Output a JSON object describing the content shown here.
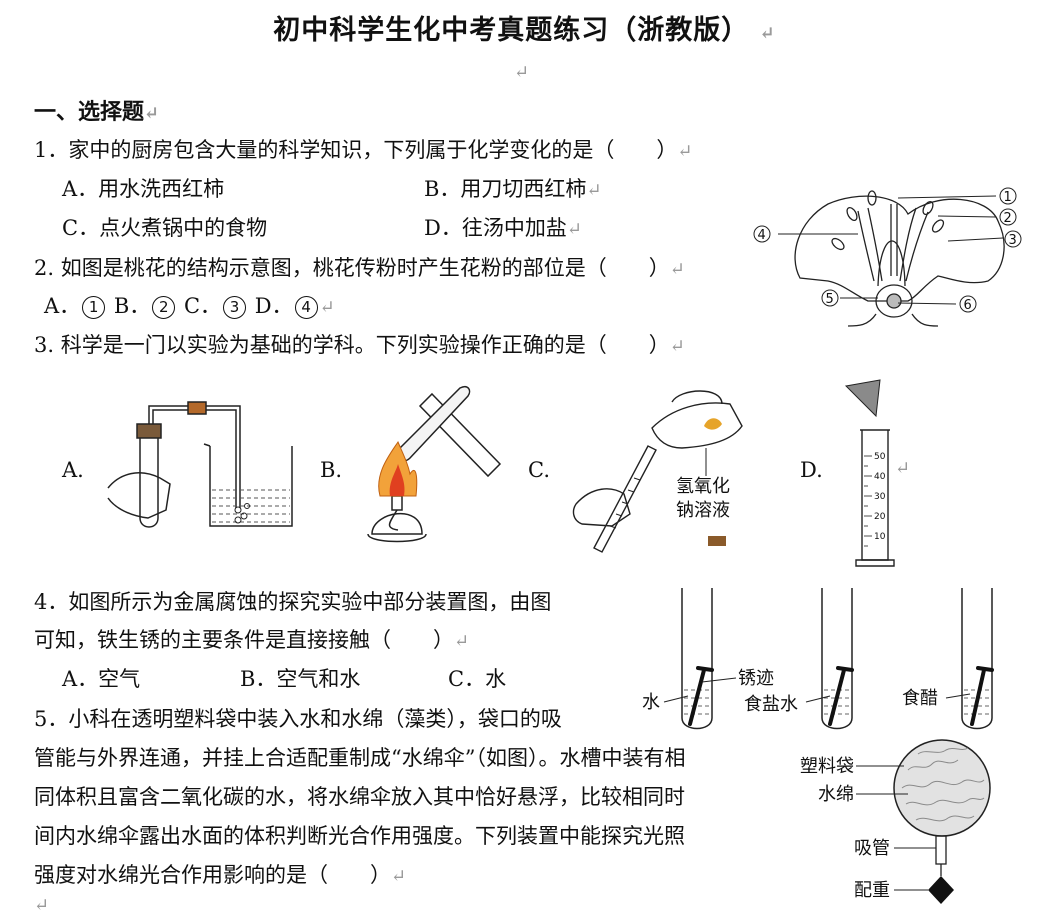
{
  "document": {
    "title": "初中科学生化中考真题练习（浙教版）",
    "return_mark": "↵",
    "section_one": "一、选择题"
  },
  "q1": {
    "stem": "1．家中的厨房包含大量的科学知识，下列属于化学变化的是（　　）",
    "a": "A．用水洗西红柿",
    "b": "B．用刀切西红柿",
    "c": "C．点火煮锅中的食物",
    "d": "D．往汤中加盐"
  },
  "q2": {
    "stem": "2. 如图是桃花的结构示意图，桃花传粉时产生花粉的部位是（　　）",
    "options": [
      {
        "letter": "A．",
        "num": "1"
      },
      {
        "letter": "B．",
        "num": "2"
      },
      {
        "letter": "C．",
        "num": "3"
      },
      {
        "letter": "D．",
        "num": "4"
      }
    ],
    "figure_labels": [
      "1",
      "2",
      "3",
      "4",
      "5",
      "6"
    ]
  },
  "q3": {
    "stem": "3. 科学是一门以实验为基础的学科。下列实验操作正确的是（　　）",
    "labels": [
      "A.",
      "B.",
      "C.",
      "D."
    ],
    "naoh_line1": "氢氧化",
    "naoh_line2": "钠溶液",
    "cylinder_ticks": [
      "50",
      "40",
      "30",
      "20",
      "10"
    ]
  },
  "q4": {
    "stem1": "4．如图所示为金属腐蚀的探究实验中部分装置图，由图",
    "stem2": "可知，铁生锈的主要条件是直接接触（　　）",
    "a": "A．空气",
    "b": "B．空气和水",
    "c": "C．水",
    "labels": {
      "water": "水",
      "rust": "锈迹",
      "salt_water": "食盐水",
      "vinegar": "食醋"
    }
  },
  "q5": {
    "lines": [
      "5．小科在透明塑料袋中装入水和水绵（藻类），袋口的吸",
      "管能与外界连通，并挂上合适配重制成“水绵伞”（如图）。水槽中装有相",
      "同体积且富含二氧化碳的水，将水绵伞放入其中恰好悬浮，比较相同时",
      "间内水绵伞露出水面的体积判断光合作用强度。下列装置中能探究光照",
      "强度对水绵光合作用影响的是（　　）"
    ],
    "labels": {
      "bag": "塑料袋",
      "alga": "水绵",
      "straw": "吸管",
      "weight": "配重"
    }
  }
}
